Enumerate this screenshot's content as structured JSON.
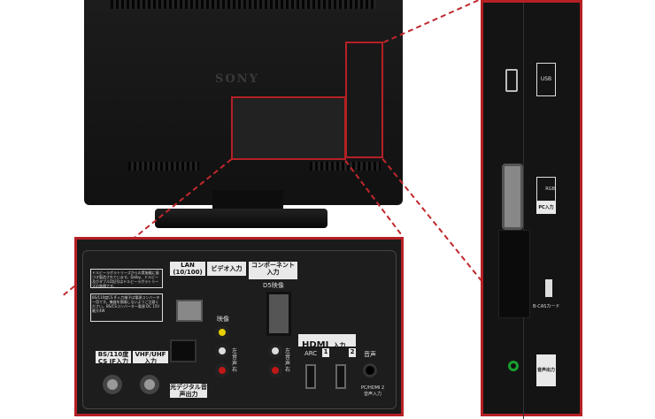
{
  "tv": {
    "brand": "SONY"
  },
  "bottom_panel": {
    "notes": [
      "ドルビーラボラトリーズからの実施権に基づき製造されています。Dolby、ドルビー及びダブルD記号はドルビーラボラトリーズの商標です。",
      "BS/110度CS IF入力端子は電源コンバーター用です。機器を損傷しないようご注意ください。BS/CSコンバーター電源 DC 15V 最大4W"
    ],
    "lan_label": "LAN\n(10/100)",
    "video_in_label": "ビデオ入力",
    "component_label": "コンポーネント入力",
    "d5_label": "D5映像",
    "video_label": "映像",
    "audio_left_right": "左 音声 右",
    "optical_label": "光デジタル音声出力",
    "bs_label": "BS/110度CS IF入力",
    "vhf_label": "VHF/UHF入力",
    "hdmi_logo": "HDMI",
    "hdmi_in": "入力",
    "arc_label": "ARC",
    "hdmi1": "1",
    "hdmi2": "2",
    "audio_label": "音声",
    "pc_hdmi_label": "PC/HDMI 2 音声入力"
  },
  "side_panel": {
    "usb_label": "USB",
    "rgb_label": "RGB",
    "pc_in_label": "PC入力",
    "bcas_label": "B-CASカード",
    "headphone_label": "音声出力"
  },
  "colors": {
    "highlight": "#b52025",
    "video_jack": "#e8d000",
    "audio_right": "#c01818",
    "headphone": "#18a030"
  }
}
